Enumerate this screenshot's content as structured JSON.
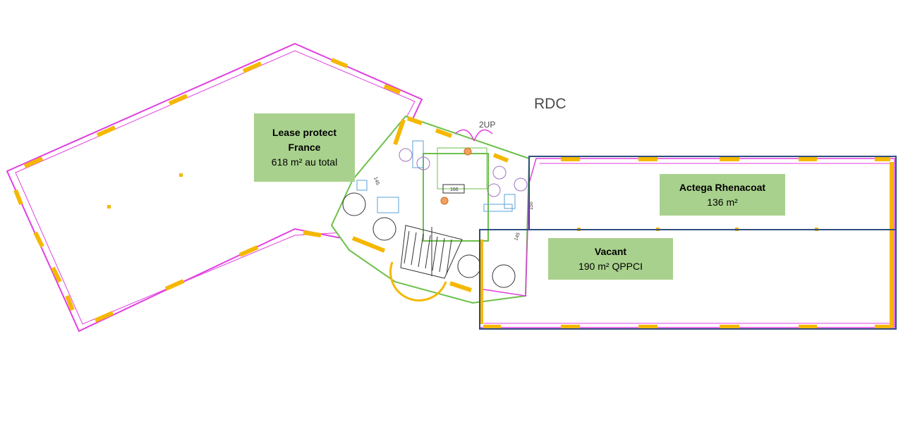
{
  "floor_label": "RDC",
  "stair_label": "2UP",
  "zones": [
    {
      "id": "lease",
      "name_line1": "Lease protect",
      "name_line2": "France",
      "area": "618 m² au total"
    },
    {
      "id": "actega",
      "name": "Actega Rhenacoat",
      "area": "136 m²"
    },
    {
      "id": "vacant",
      "name": "Vacant",
      "area": "190 m² QPPCI"
    }
  ],
  "dimensions": [
    "145",
    "150",
    "145",
    "166"
  ],
  "colors": {
    "label_fill": "#a9d18e",
    "wall_outline": "#e040e0",
    "window_marks": "#f5b800",
    "lot_border": "#2f4f7f",
    "core_walls": "#6cc04a"
  }
}
